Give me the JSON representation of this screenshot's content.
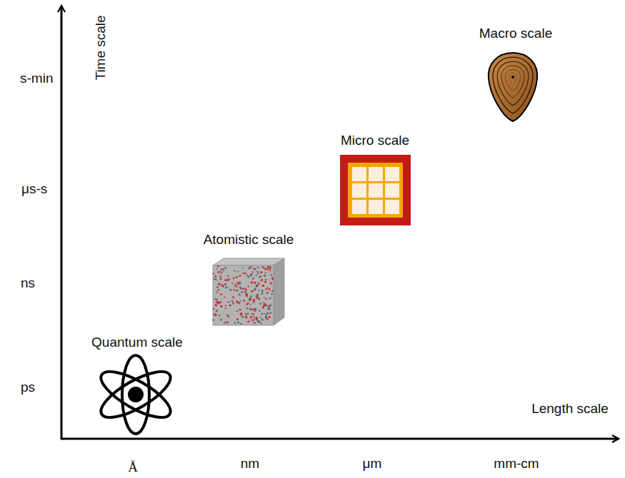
{
  "diagram": {
    "labels": [
      "Time scale",
      "s-min",
      "μs-s",
      "ns",
      "ps",
      "Macro scale",
      "Micro scale",
      "Atomistic scale",
      "Quantum scale",
      "Length scale",
      "Å",
      "nm",
      "μm",
      "mm-cm"
    ]
  }
}
